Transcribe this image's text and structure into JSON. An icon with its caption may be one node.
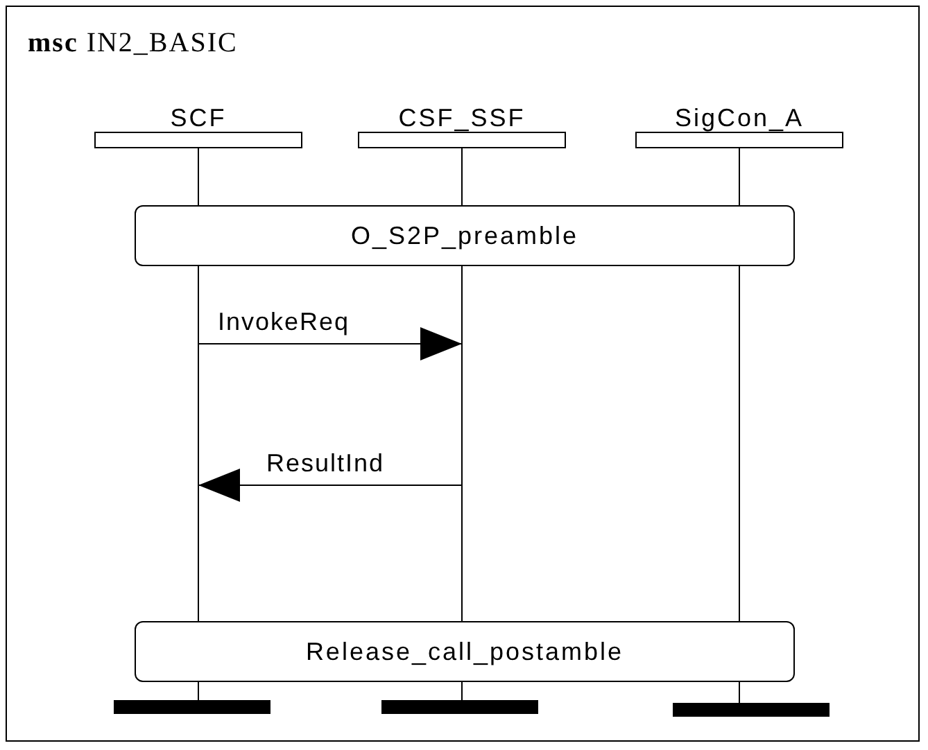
{
  "diagram": {
    "title": "**msc** IN2_BASIC",
    "nodes": [
      {
        "text": [
          "SCF"
        ]
      },
      {
        "text": [
          "CSF_SSF"
        ]
      },
      {
        "text": [
          "SigCon_A"
        ]
      },
      {
        "text": [
          "O_S2P_preamble"
        ]
      },
      {
        "text": [
          "Release_call_postamble"
        ]
      }
    ],
    "edges": [
      {
        "from": 0,
        "to": 1,
        "arrow": "to",
        "label": "InvokeReq"
      },
      {
        "from": 1,
        "to": 0,
        "arrow": "to",
        "label": "ResultInd"
      }
    ]
  }
}
